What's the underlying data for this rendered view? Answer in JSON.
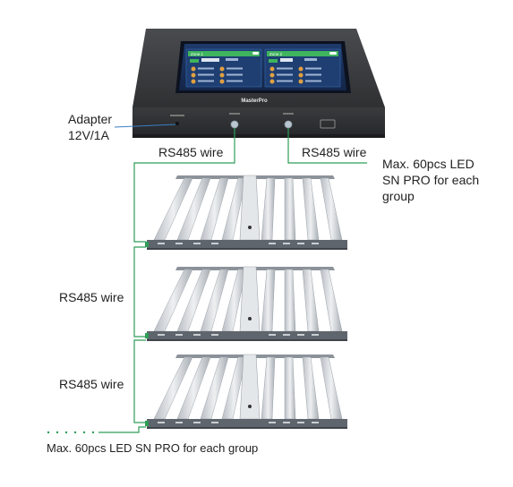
{
  "controller": {
    "brand_label": "MasterPro",
    "zone1_label": "Zone 1",
    "zone2_label": "Zone 2"
  },
  "labels": {
    "adapter_line1": "Adapter",
    "adapter_line2": "12V/1A",
    "wire_left": "RS485 wire",
    "wire_right": "RS485 wire",
    "wire_mid1": "RS485 wire",
    "wire_mid2": "RS485 wire",
    "max_right_line1": "Max. 60pcs LED",
    "max_right_line2": "SN PRO for each",
    "max_right_line3": "group",
    "max_bottom": "Max. 60pcs LED SN PRO for each group"
  },
  "colors": {
    "wire": "#2e9e57",
    "leader": "#3a7fc4",
    "controller_body": "#3b3b3d",
    "screen": "#1a2a4a",
    "fixture_frame": "#5f656c",
    "fixture_bar": "#d4d8dc"
  },
  "fixtures": [
    {
      "name": "fixture-1"
    },
    {
      "name": "fixture-2"
    },
    {
      "name": "fixture-3"
    }
  ]
}
